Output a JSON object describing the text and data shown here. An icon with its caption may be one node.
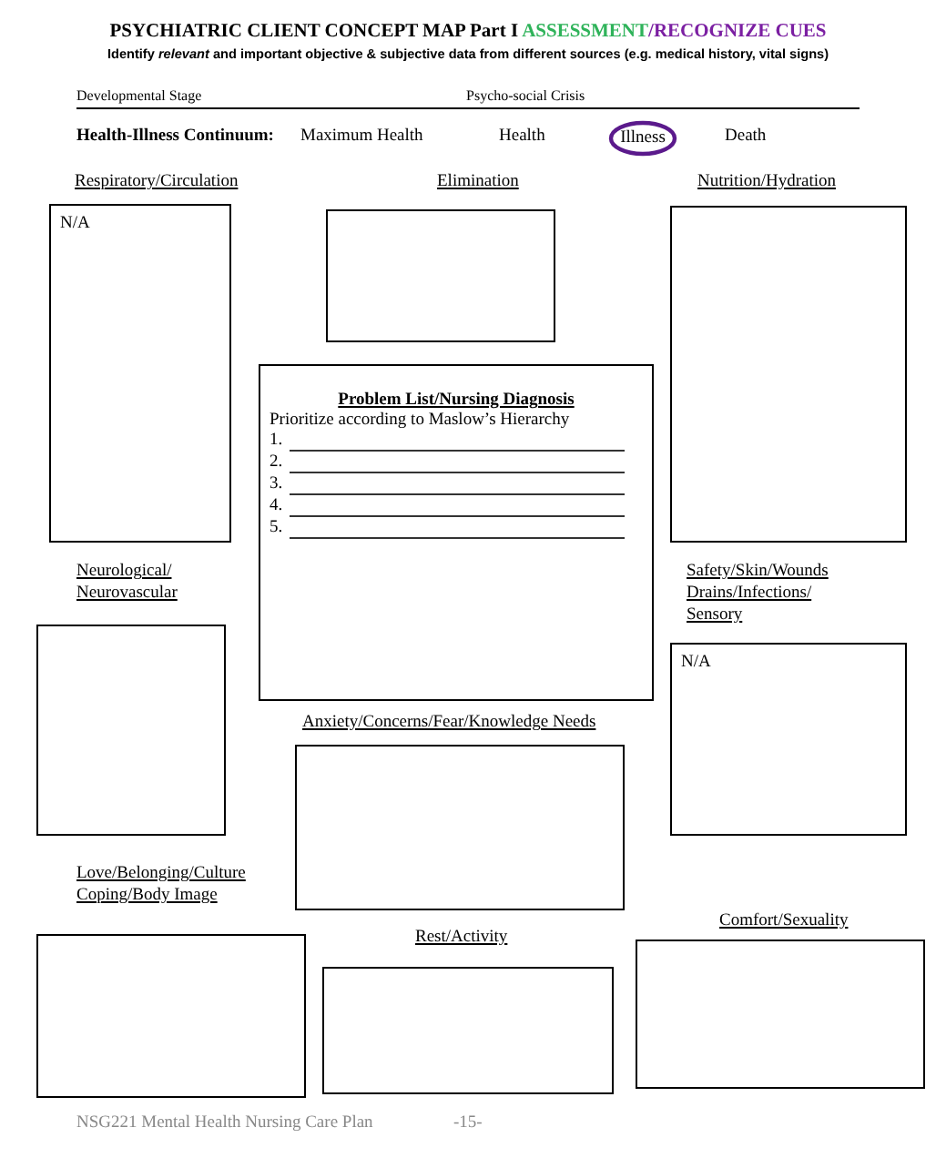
{
  "diagram": {
    "title": "PSYCHIATRIC CLIENT CONCEPT MAP Part I ASSESSMENT/RECOGNIZE CUES",
    "nodes": [
      {
        "text": [
          "Illness"
        ]
      },
      {
        "text": [
          "Respiratory/Circulation",
          "N/A"
        ]
      },
      {
        "text": [
          "Elimination"
        ]
      },
      {
        "text": [
          "Nutrition/Hydration"
        ]
      },
      {
        "text": [
          "Problem List/Nursing Diagnosis",
          "Prioritize according to Maslow’s Hierarchy",
          "1.",
          "2.",
          "3.",
          "4.",
          "5."
        ]
      },
      {
        "text": [
          "Neurological/ Neurovascular"
        ]
      },
      {
        "text": [
          "Safety/Skin/Wounds Drains/Infections/ Sensory",
          "N/A"
        ]
      },
      {
        "text": [
          "Anxiety/Concerns/Fear/Knowledge Needs"
        ]
      },
      {
        "text": [
          "Love/Belonging/Culture Coping/Body Image"
        ]
      },
      {
        "text": [
          "Comfort/Sexuality"
        ]
      },
      {
        "text": [
          "Rest/Activity"
        ]
      }
    ],
    "labels": [
      "Identify *relevant* and important objective & subjective data from different sources (e.g. medical history, vital signs)",
      "Developmental Stage",
      "Psycho-social Crisis",
      "Health-Illness Continuum:",
      "Maximum Health",
      "Health",
      "Death",
      "NSG221 Mental Health Nursing Care Plan",
      "-15-"
    ]
  }
}
